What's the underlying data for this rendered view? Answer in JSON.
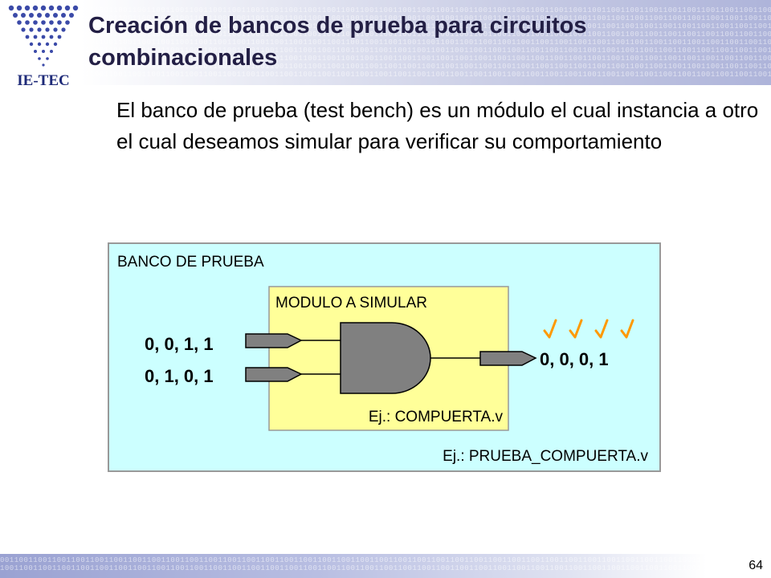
{
  "header": {
    "logo_text": "IE-TEC",
    "title": "Creación de bancos de prueba para circuitos combinacionales"
  },
  "body": {
    "intro": "El banco de prueba (test bench) es un módulo el cual instancia a otro el cual deseamos simular para verificar su comportamiento"
  },
  "diagram": {
    "outer_label": "BANCO DE PRUEBA",
    "outer_filename": "Ej.: PRUEBA_COMPUERTA.v",
    "inner_label": "MODULO A SIMULAR",
    "inner_filename": "Ej.: COMPUERTA.v",
    "input_a": "0, 0, 1, 1",
    "input_b": "0, 1, 0, 1",
    "output": "0, 0, 0, 1",
    "checkmark_count": 4
  },
  "footer": {
    "page_number": "64"
  },
  "colors": {
    "outer_box": "#ccffff",
    "inner_box": "#ffff99",
    "gate": "#808080",
    "check": "#ff9900",
    "title": "#231f45"
  },
  "icons": {
    "logo": "ie-tec-logo-icon",
    "check": "check-icon",
    "gate": "and-gate-icon"
  }
}
